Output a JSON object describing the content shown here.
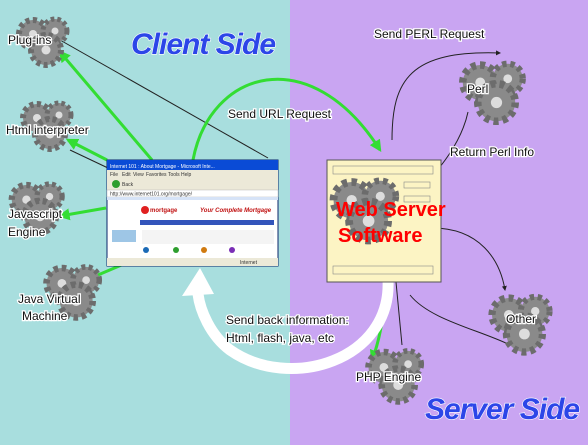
{
  "colors": {
    "client_background": "#a8dede",
    "server_background": "#c9a5f2",
    "heading_blue": "#2c46e8",
    "green_arrow": "#33dd33",
    "server_text_red": "#ff0000"
  },
  "headings": {
    "client": "Client Side",
    "server": "Server Side"
  },
  "client_components": {
    "plugins": "Plug-ins",
    "html_interpreter": "Html interpreter",
    "javascript_line1": "Javascript",
    "javascript_line2": "Engine",
    "jvm_line1": "Java Virtual",
    "jvm_line2": "Machine"
  },
  "server_components": {
    "perl": "Perl",
    "other": "Other",
    "php": "PHP Engine"
  },
  "web_server": {
    "line1": "Web Server",
    "line2": "Software"
  },
  "flows": {
    "send_url": "Send URL Request",
    "send_perl": "Send PERL Request",
    "return_perl": "Return Perl Info",
    "send_back_line1": "Send back information:",
    "send_back_line2": "Html, flash, java, etc"
  },
  "browser": {
    "title": "Internet 101 : About Mortgage - Microsoft Inte...",
    "menu": [
      "File",
      "Edit",
      "View",
      "Favorites",
      "Tools",
      "Help"
    ],
    "back_label": "Back",
    "address": "http://www.internet101.org/mortgage/",
    "logo_text": "mortgage",
    "tagline": "Your Complete Mortgage",
    "status": "Internet"
  },
  "icons": {
    "gear": "gear-cluster-icon",
    "browser": "browser-window-icon"
  }
}
